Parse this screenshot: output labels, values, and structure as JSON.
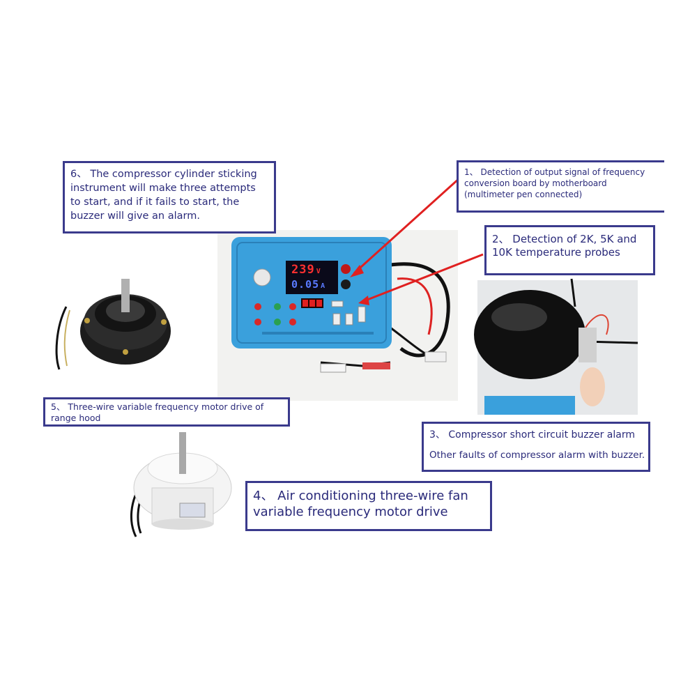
{
  "callouts": {
    "c1": {
      "lines": [
        "1、 Detection of output signal of frequency",
        "conversion board by motherboard",
        "(multimeter pen connected)"
      ]
    },
    "c2": {
      "lines": [
        "2、 Detection of 2K, 5K and",
        "10K temperature probes"
      ]
    },
    "c3": {
      "lines": [
        "3、 Compressor short circuit buzzer alarm",
        "Other faults of compressor alarm with buzzer."
      ]
    },
    "c4": {
      "lines": [
        "4、 Air conditioning three-wire fan",
        "variable frequency motor drive"
      ]
    },
    "c5": {
      "lines": [
        "5、 Three-wire variable frequency motor drive of",
        "range hood"
      ]
    },
    "c6": {
      "lines": [
        "6、 The compressor cylinder sticking",
        "instrument will make three attempts",
        "to start, and if it fails to start, the",
        "buzzer will give an alarm."
      ]
    }
  },
  "device": {
    "display_voltage": "239",
    "display_voltage_unit": "V",
    "display_current": "0.05",
    "display_current_unit": "A"
  },
  "colors": {
    "callout_border": "#3a3a8c",
    "callout_text": "#2a2a7a",
    "device_body": "#3aa0dc",
    "arrow": "#e02020"
  }
}
